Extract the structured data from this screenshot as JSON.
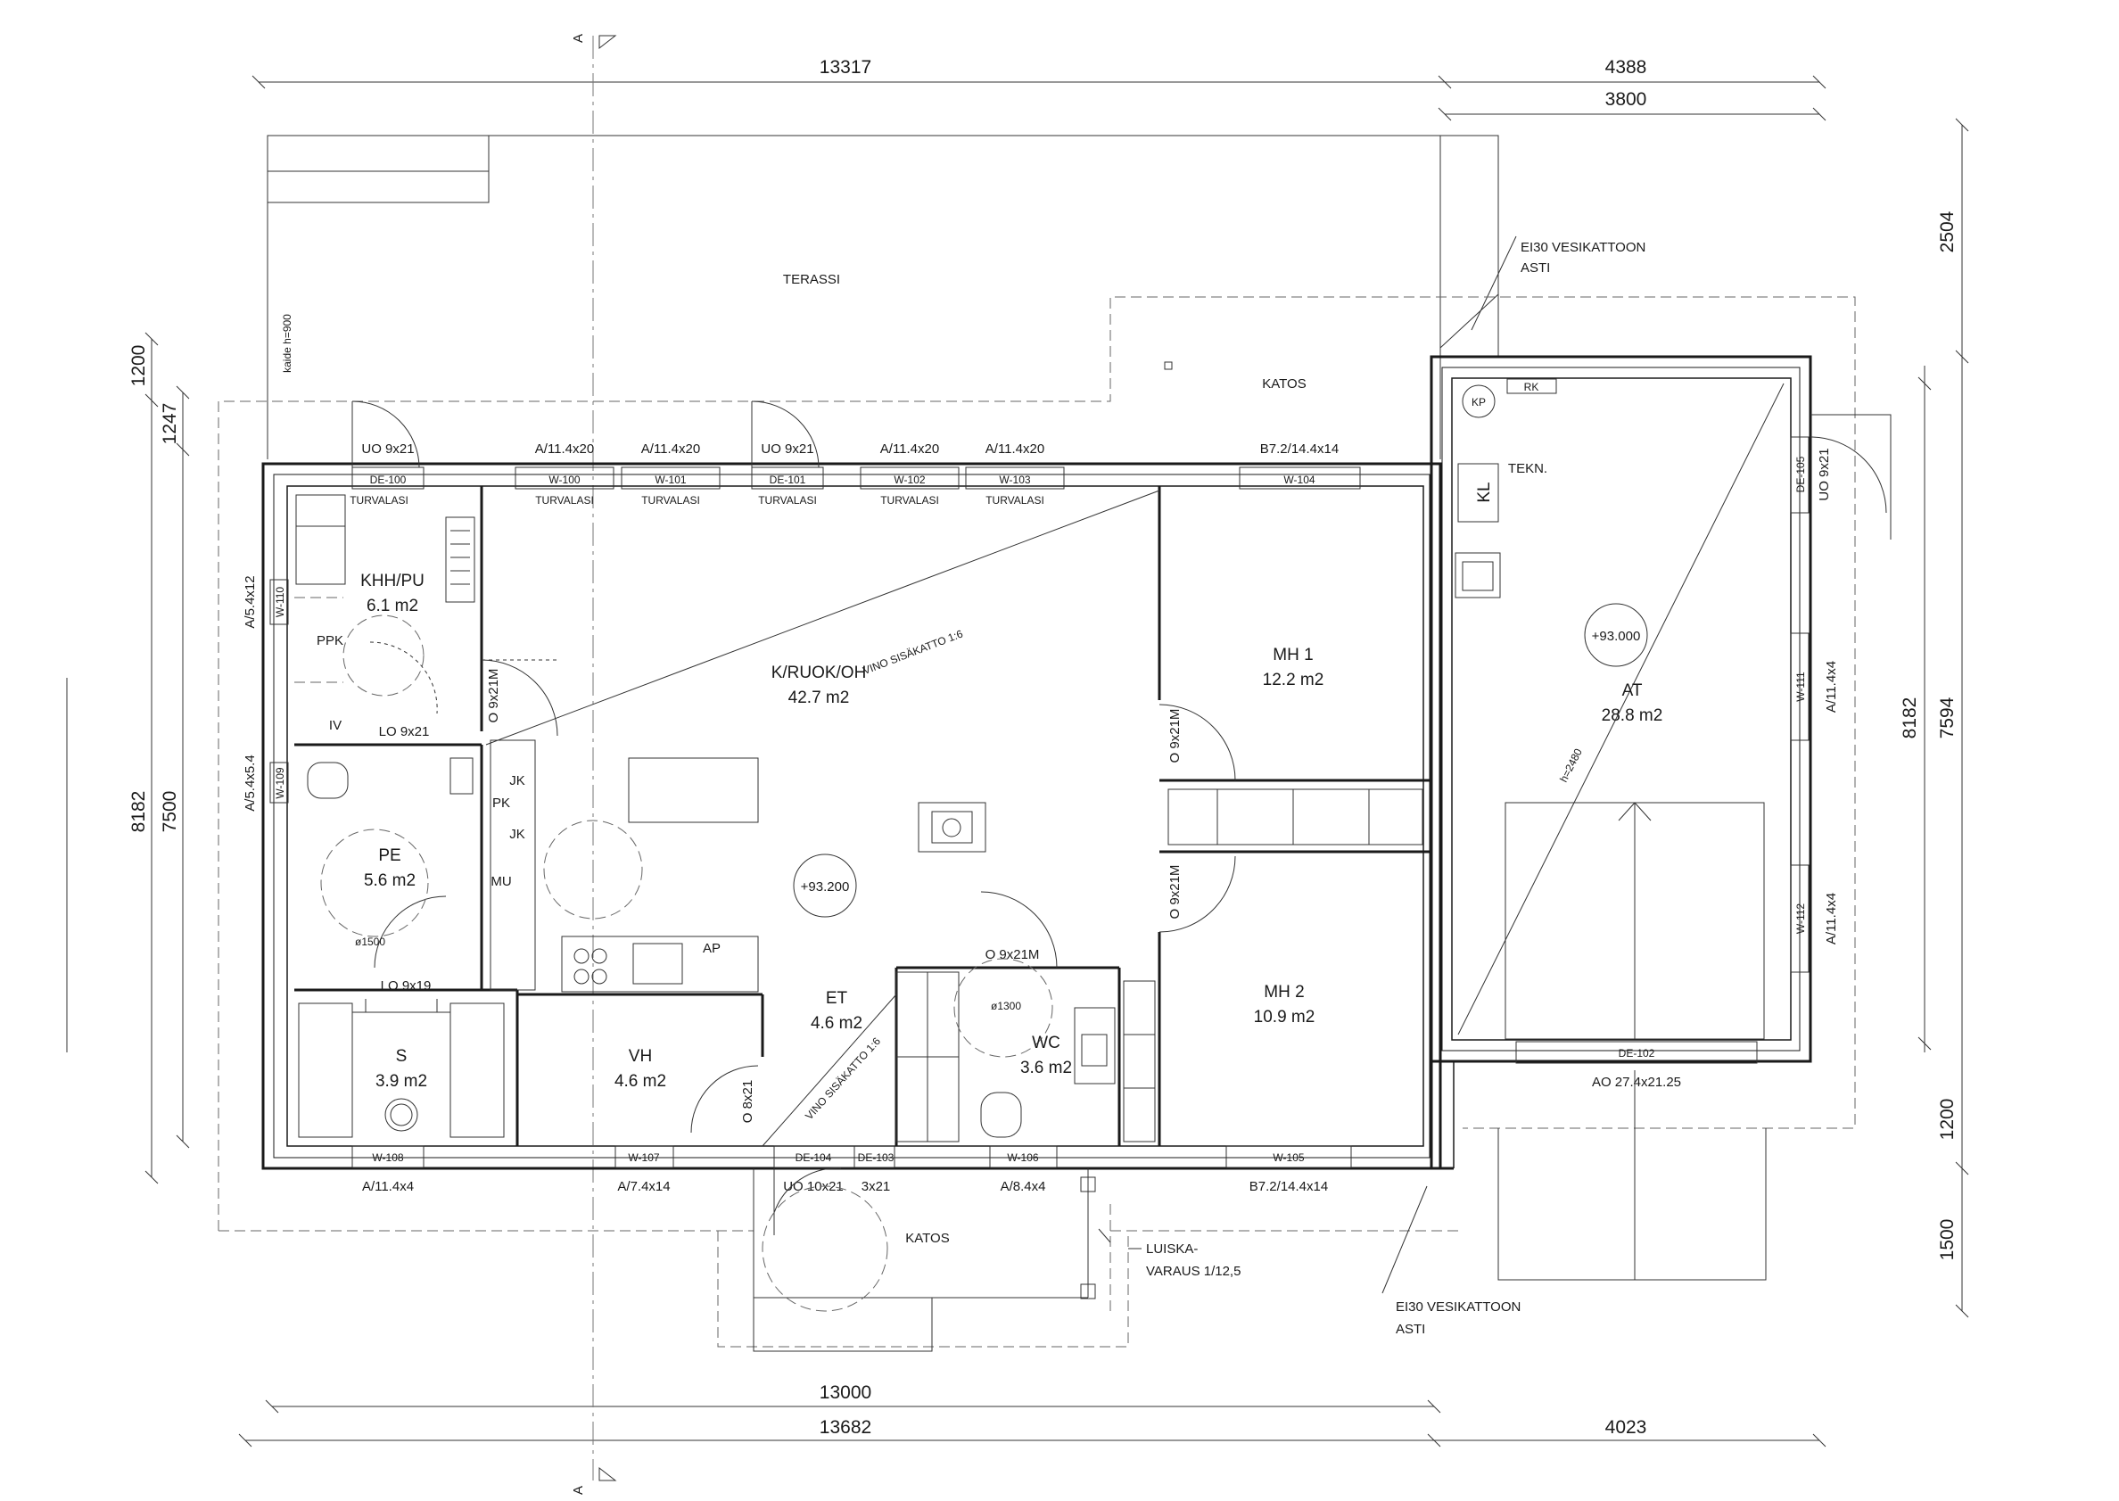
{
  "section": {
    "top": "A",
    "bottom": "A"
  },
  "dimensions": {
    "top_main": "13317",
    "top_right": "4388",
    "top_right_inner": "3800",
    "right_1": "2504",
    "right_2": "7594",
    "right_3": "8182",
    "right_4": "1200",
    "right_5": "1500",
    "left_1": "1200",
    "left_2": "1247",
    "left_3": "8182",
    "left_4": "7500",
    "bottom_1": "13000",
    "bottom_2": "13682",
    "bottom_right": "4023"
  },
  "rooms": {
    "terassi": "TERASSI",
    "katos_top": "KATOS",
    "katos_bottom": "KATOS",
    "khh": {
      "name": "KHH/PU",
      "area": "6.1 m2"
    },
    "kitchen": {
      "name": "K/RUOK/OH",
      "area": "42.7 m2"
    },
    "mh1": {
      "name": "MH 1",
      "area": "12.2 m2"
    },
    "mh2": {
      "name": "MH 2",
      "area": "10.9 m2"
    },
    "pe": {
      "name": "PE",
      "area": "5.6 m2"
    },
    "s": {
      "name": "S",
      "area": "3.9 m2"
    },
    "vh": {
      "name": "VH",
      "area": "4.6 m2"
    },
    "et": {
      "name": "ET",
      "area": "4.6 m2"
    },
    "wc": {
      "name": "WC",
      "area": "3.6 m2"
    },
    "at": {
      "name": "AT",
      "area": "28.8 m2"
    },
    "tekn": "TEKN."
  },
  "levels": {
    "house": "+93.200",
    "garage": "+93.000"
  },
  "notes": {
    "kaide": "kaide h=900",
    "ei30_top_1": "EI30 VESIKATTOON",
    "ei30_top_2": "ASTI",
    "ei30_bottom_1": "EI30 VESIKATTOON",
    "ei30_bottom_2": "ASTI",
    "luiska_1": "LUISKA-",
    "luiska_2": "VARAUS 1/12,5",
    "vino_1": "VINO SISÄKATTO 1:6",
    "vino_2": "VINO SISÄKATTO 1:6",
    "h2480": "h=2480",
    "turvalasi": "TURVALASI"
  },
  "windows_top": [
    {
      "size": "UO 9x21",
      "code": "DE-100"
    },
    {
      "size": "A/11.4x20",
      "code": "W-100"
    },
    {
      "size": "A/11.4x20",
      "code": "W-101"
    },
    {
      "size": "UO 9x21",
      "code": "DE-101"
    },
    {
      "size": "A/11.4x20",
      "code": "W-102"
    },
    {
      "size": "A/11.4x20",
      "code": "W-103"
    },
    {
      "size": "B7.2/14.4x14",
      "code": "W-104"
    }
  ],
  "windows_bottom": [
    {
      "code": "W-108",
      "size": "A/11.4x4"
    },
    {
      "code": "W-107",
      "size": "A/7.4x14"
    },
    {
      "code": "DE-104",
      "size": "UO 10x21"
    },
    {
      "code": "DE-103",
      "size": "3x21"
    },
    {
      "code": "W-106",
      "size": "A/8.4x4"
    },
    {
      "code": "W-105",
      "size": "B7.2/14.4x14"
    }
  ],
  "windows_side": {
    "w110": "W-110",
    "w110_size": "A/5.4x12",
    "w109": "W-109",
    "w109_size": "A/5.4x5.4",
    "w111": "W-111",
    "w111_size": "A/11.4x4",
    "w112": "W-112",
    "w112_size": "A/11.4x4",
    "de105": "DE-105",
    "de105_size": "UO 9x21",
    "de102": "DE-102",
    "de102_size": "AO 27.4x21.25"
  },
  "doors": {
    "lo_khh": "LO 9x21",
    "lo_pe": "LO 9x19",
    "o_kitchen": "O 9x21M",
    "o_mh1": "O 9x21M",
    "o_mh2": "O 9x21M",
    "o_wc": "O 9x21M",
    "o_vh": "O 8x21"
  },
  "fixtures": {
    "ppk": "PPK",
    "iv": "IV",
    "jk1": "JK",
    "pk": "PK",
    "jk2": "JK",
    "mu": "MU",
    "ap": "AP",
    "kl": "KL",
    "kp": "KP",
    "rk": "RK",
    "dia_pe": "ø1500",
    "dia_wc": "ø1300"
  }
}
